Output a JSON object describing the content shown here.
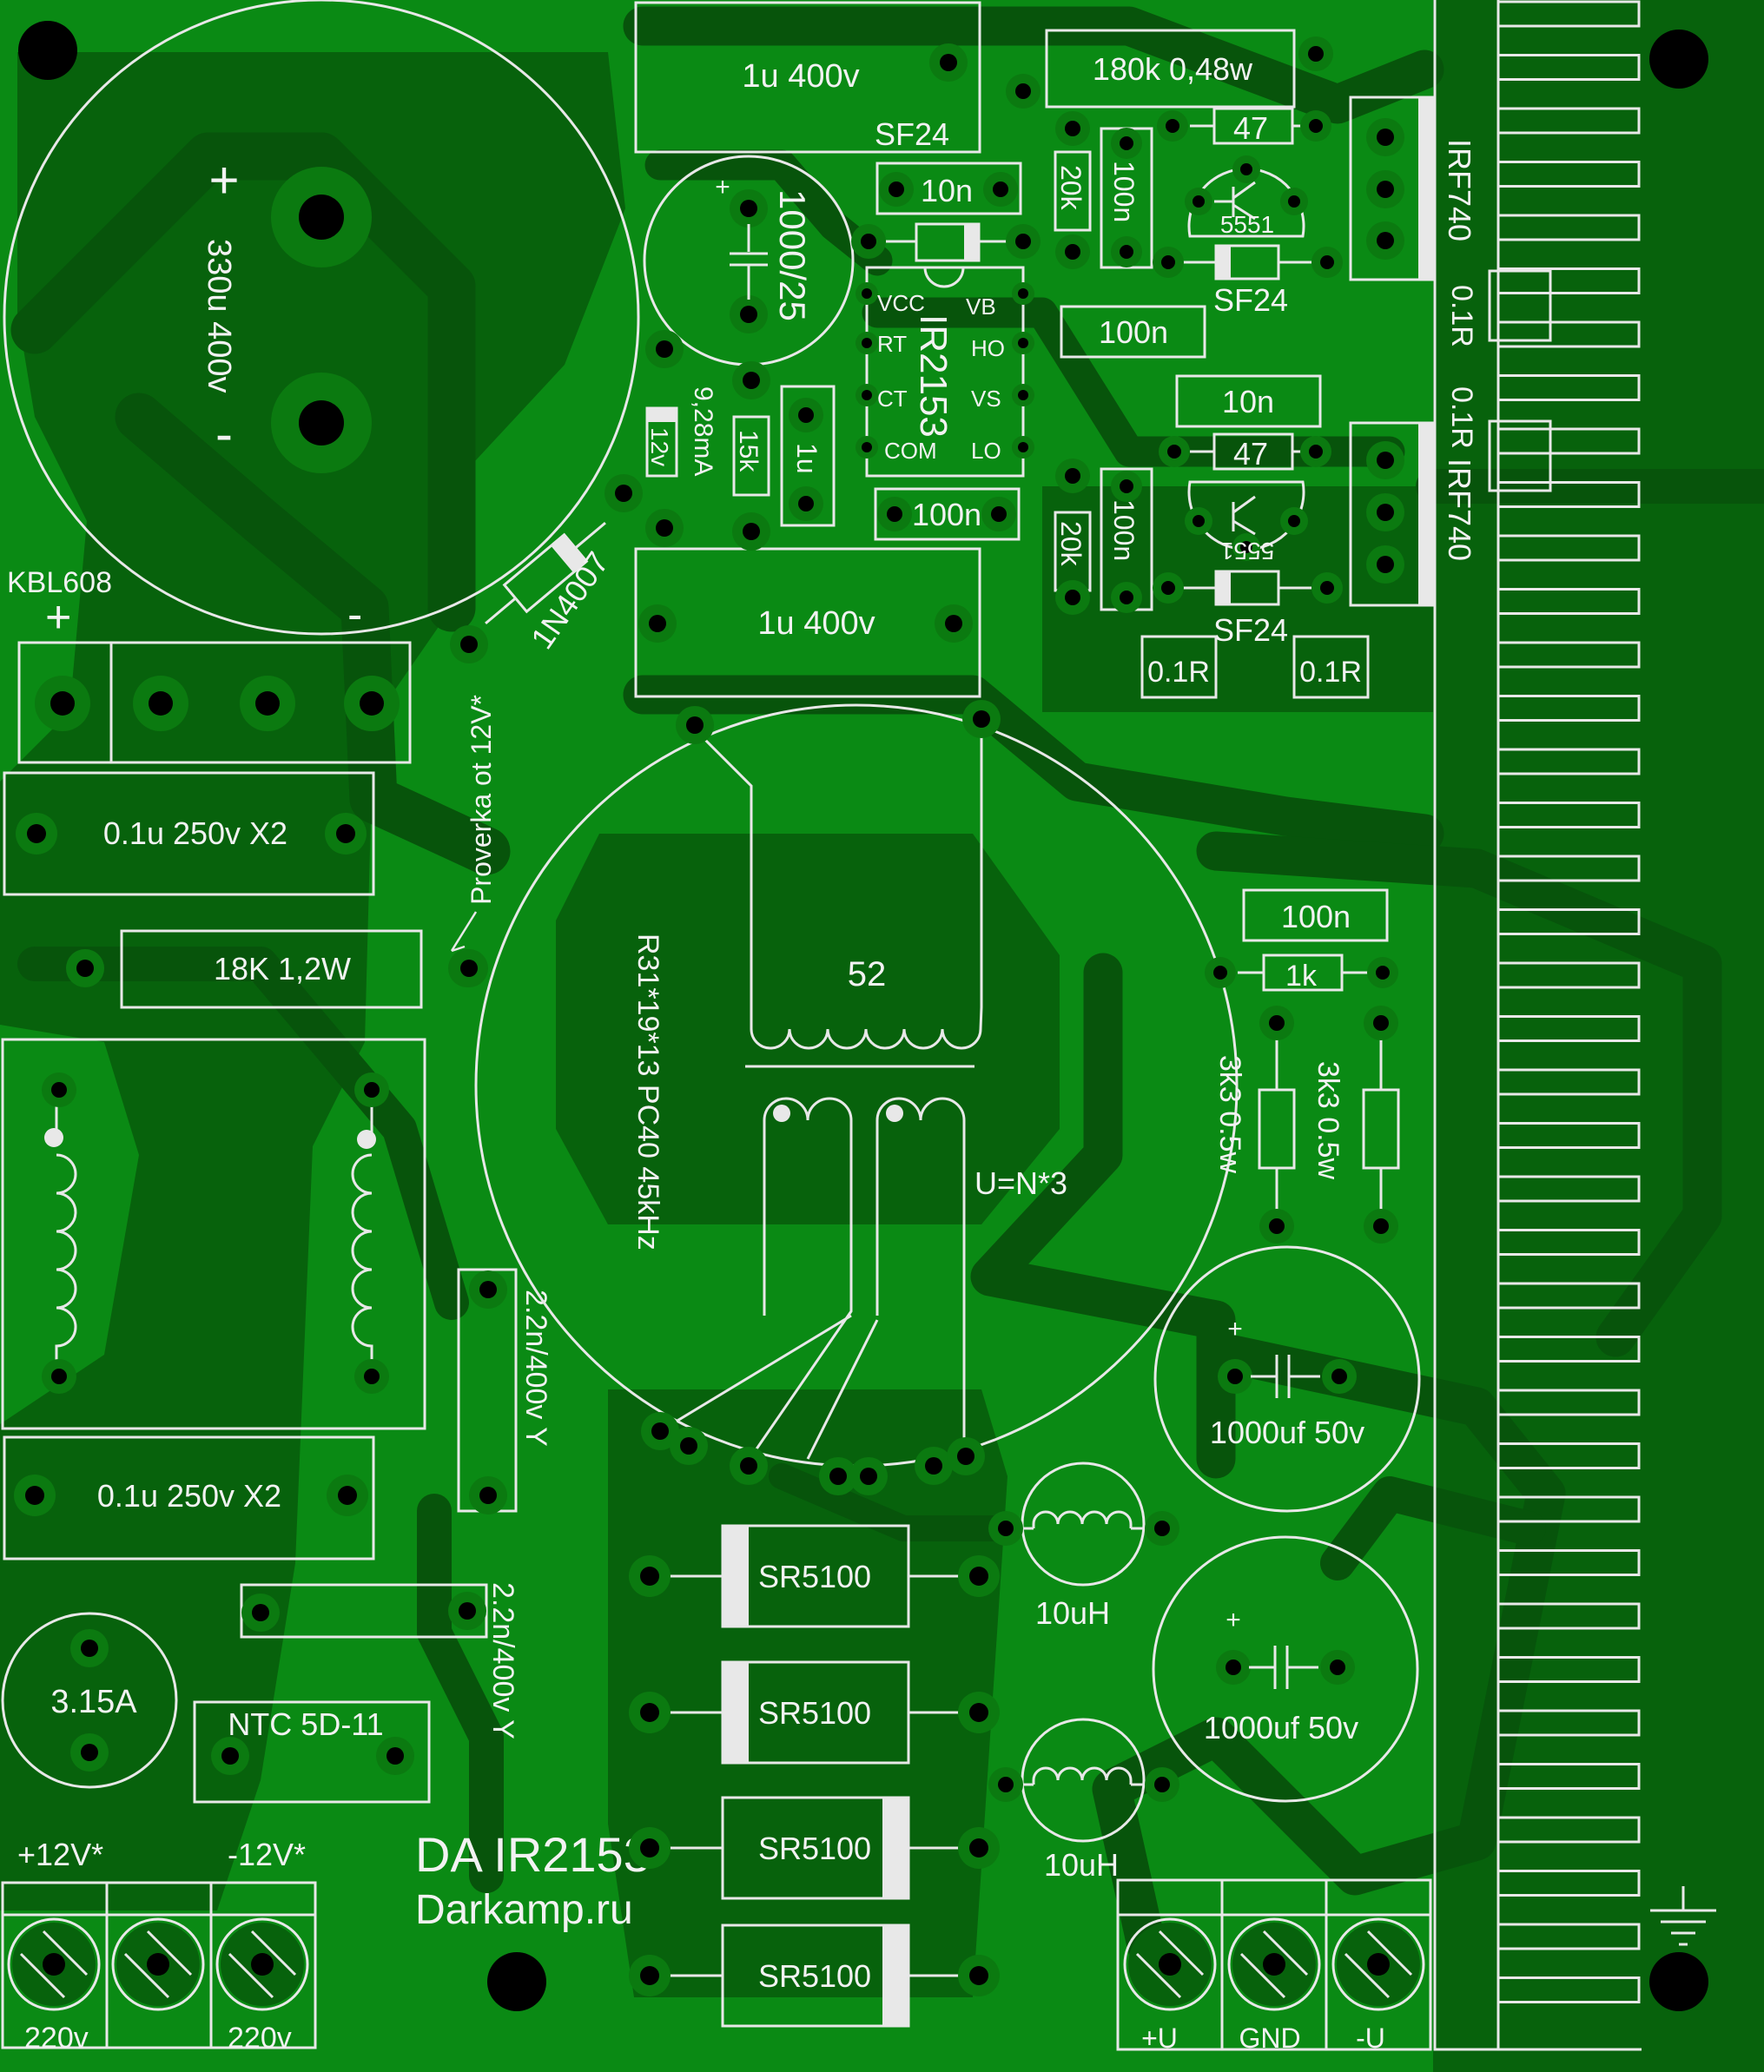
{
  "colors": {
    "board": "#0a8a14",
    "copper": "#07620c",
    "trace": "#07540b",
    "silk": "#e8e8e8",
    "drill": "#000000"
  },
  "labels": {
    "cap_330u": "330u 400v",
    "cap_330u_plus": "+",
    "cap_330u_minus": "-",
    "bridge": "KBL608",
    "bridge_plus": "+",
    "bridge_minus": "-",
    "cap_1u_top": "1u 400v",
    "cap_1u_mid": "1u 400v",
    "sf24_top": "SF24",
    "sf24_a": "SF24",
    "sf24_b": "SF24",
    "cap_10n_a": "10n",
    "cap_10n_b": "10n",
    "cap_1000_25": "1000/25",
    "cap_1000_25_plus": "+",
    "ic": "IR2153",
    "ic_pins": [
      "VCC",
      "RT",
      "CT",
      "COM",
      "VB",
      "HO",
      "VS",
      "LO"
    ],
    "res_180k": "180k 0,48w",
    "res_20k_a": "20k",
    "res_20k_b": "20k",
    "cap_100n_a": "100n",
    "cap_100n_b": "100n",
    "cap_100n_c": "100n",
    "cap_100n_d": "100n",
    "cap_100n_e": "100n",
    "res_47_a": "47",
    "res_47_b": "47",
    "tr_5551_a": "5551",
    "tr_5551_b": "5551",
    "irf740_a": "IRF740",
    "irf740_b": "IRF740",
    "res_01r_a": "0.1R",
    "res_01r_b": "0.1R",
    "res_01r_c": "0.1R",
    "res_01r_d": "0.1R",
    "zener": "12v",
    "current": "9,28mA",
    "res_15k": "15k",
    "cap_1u_small": "1u",
    "diode_1n4007": "1N4007",
    "check": "Proverka ot 12V*",
    "cap_x2_a": "0.1u 250v X2",
    "cap_x2_b": "0.1u 250v X2",
    "res_18k": "18K 1,2W",
    "transformer_core": "R31*19*13 PC40 45kHz",
    "transformer_primary": "52",
    "transformer_secondary": "U=N*3",
    "cap_y_a": "2.2n/400v Y",
    "cap_y_b": "2.2n/400v Y",
    "fuse": "3.15A",
    "ntc": "NTC 5D-11",
    "res_1k": "1k",
    "res_3k3_a": "3k3 0.5w",
    "res_3k3_b": "3k3 0.5w",
    "cap_1000_50_a": "1000uf 50v",
    "cap_1000_50_b": "1000uf 50v",
    "cap_plus_a": "+",
    "cap_plus_b": "+",
    "sr5100": [
      "SR5100",
      "SR5100",
      "SR5100",
      "SR5100"
    ],
    "ind_a": "10uH",
    "ind_b": "10uH",
    "plus12": "+12V*",
    "minus12": "-12V*",
    "in_220_a": "220v",
    "in_220_b": "220v",
    "out_plus": "+U",
    "out_gnd": "GND",
    "out_minus": "-U",
    "title": "DA IR2153",
    "site": "Darkamp.ru"
  }
}
